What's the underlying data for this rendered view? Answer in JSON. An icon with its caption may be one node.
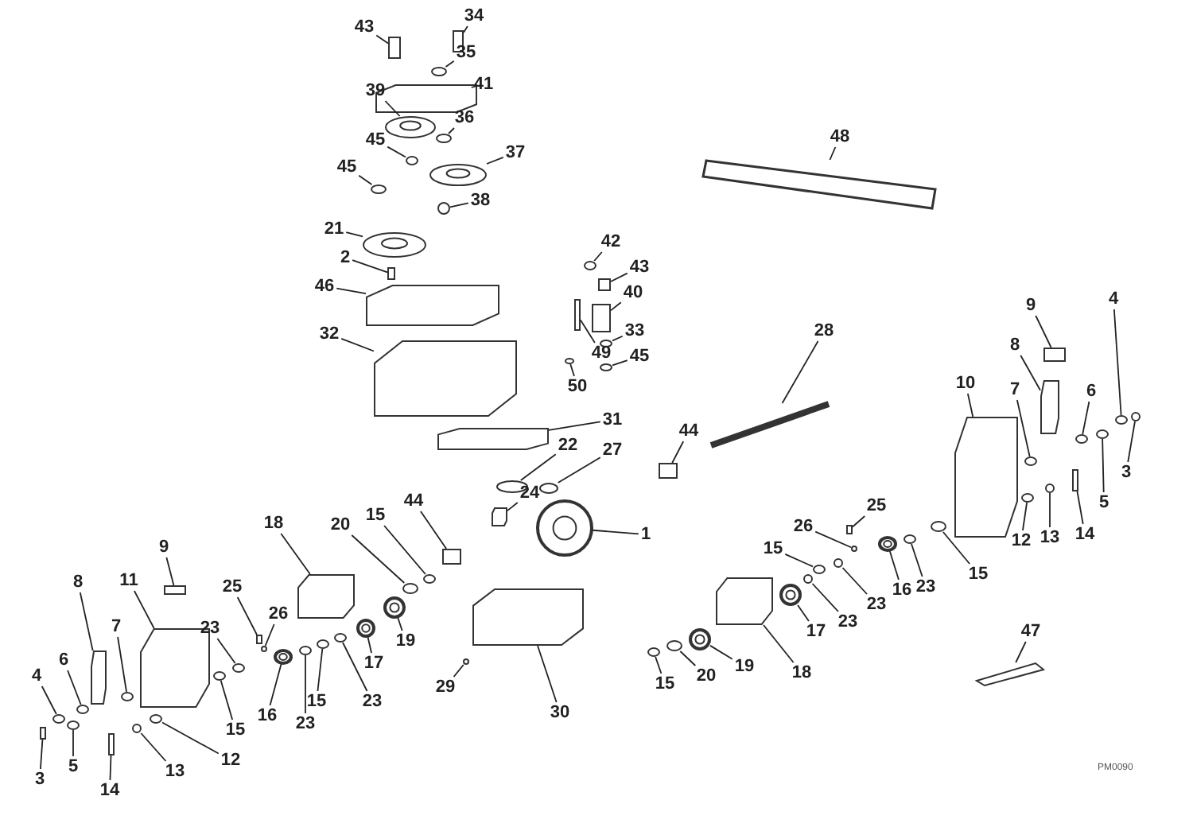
{
  "diagram": {
    "nodes": [
      {
        "text": [
          "43"
        ]
      },
      {
        "text": [
          "34"
        ]
      },
      {
        "text": [
          "35"
        ]
      },
      {
        "text": [
          "41"
        ]
      },
      {
        "text": [
          "39"
        ]
      },
      {
        "text": [
          "36"
        ]
      },
      {
        "text": [
          "45"
        ]
      },
      {
        "text": [
          "37"
        ]
      },
      {
        "text": [
          "45"
        ]
      },
      {
        "text": [
          "38"
        ]
      },
      {
        "text": [
          "21"
        ]
      },
      {
        "text": [
          "2"
        ]
      },
      {
        "text": [
          "46"
        ]
      },
      {
        "text": [
          "42"
        ]
      },
      {
        "text": [
          "43"
        ]
      },
      {
        "text": [
          "40"
        ]
      },
      {
        "text": [
          "33"
        ]
      },
      {
        "text": [
          "45"
        ]
      },
      {
        "text": [
          "49"
        ]
      },
      {
        "text": [
          "32"
        ]
      },
      {
        "text": [
          "50"
        ]
      },
      {
        "text": [
          "31"
        ]
      },
      {
        "text": [
          "48"
        ]
      },
      {
        "text": [
          "28"
        ]
      },
      {
        "text": [
          "22"
        ]
      },
      {
        "text": [
          "27"
        ]
      },
      {
        "text": [
          "44"
        ]
      },
      {
        "text": [
          "24"
        ]
      },
      {
        "text": [
          "1"
        ]
      },
      {
        "text": [
          "10"
        ]
      },
      {
        "text": [
          "9"
        ]
      },
      {
        "text": [
          "8"
        ]
      },
      {
        "text": [
          "7"
        ]
      },
      {
        "text": [
          "6"
        ]
      },
      {
        "text": [
          "4"
        ]
      },
      {
        "text": [
          "3"
        ]
      },
      {
        "text": [
          "5"
        ]
      },
      {
        "text": [
          "12"
        ]
      },
      {
        "text": [
          "13"
        ]
      },
      {
        "text": [
          "14"
        ]
      },
      {
        "text": [
          "26"
        ]
      },
      {
        "text": [
          "25"
        ]
      },
      {
        "text": [
          "15"
        ]
      },
      {
        "text": [
          "23"
        ]
      },
      {
        "text": [
          "16"
        ]
      },
      {
        "text": [
          "23"
        ]
      },
      {
        "text": [
          "15"
        ]
      },
      {
        "text": [
          "23"
        ]
      },
      {
        "text": [
          "17"
        ]
      },
      {
        "text": [
          "18"
        ]
      },
      {
        "text": [
          "19"
        ]
      },
      {
        "text": [
          "20"
        ]
      },
      {
        "text": [
          "15"
        ]
      },
      {
        "text": [
          "47"
        ]
      },
      {
        "text": [
          "18"
        ]
      },
      {
        "text": [
          "20"
        ]
      },
      {
        "text": [
          "15"
        ]
      },
      {
        "text": [
          "44"
        ]
      },
      {
        "text": [
          "19"
        ]
      },
      {
        "text": [
          "17"
        ]
      },
      {
        "text": [
          "23"
        ]
      },
      {
        "text": [
          "15"
        ]
      },
      {
        "text": [
          "23"
        ]
      },
      {
        "text": [
          "16"
        ]
      },
      {
        "text": [
          "15"
        ]
      },
      {
        "text": [
          "23"
        ]
      },
      {
        "text": [
          "25"
        ]
      },
      {
        "text": [
          "26"
        ]
      },
      {
        "text": [
          "9"
        ]
      },
      {
        "text": [
          "11"
        ]
      },
      {
        "text": [
          "8"
        ]
      },
      {
        "text": [
          "7"
        ]
      },
      {
        "text": [
          "6"
        ]
      },
      {
        "text": [
          "4"
        ]
      },
      {
        "text": [
          "3"
        ]
      },
      {
        "text": [
          "5"
        ]
      },
      {
        "text": [
          "14"
        ]
      },
      {
        "text": [
          "13"
        ]
      },
      {
        "text": [
          "12"
        ]
      },
      {
        "text": [
          "29"
        ]
      },
      {
        "text": [
          "30"
        ]
      },
      {
        "text": [],
        "shape": "box"
      },
      {
        "text": [],
        "shape": "box"
      },
      {
        "text": [],
        "shape": "circle"
      },
      {
        "text": [],
        "shape": "box"
      },
      {
        "text": [],
        "shape": "circle"
      },
      {
        "text": [],
        "shape": "circle"
      },
      {
        "text": [],
        "shape": "circle"
      },
      {
        "text": [],
        "shape": "circle"
      },
      {
        "text": [],
        "shape": "circle"
      },
      {
        "text": [],
        "shape": "circle"
      },
      {
        "text": [],
        "shape": "circle"
      },
      {
        "text": [],
        "shape": "box"
      },
      {
        "text": [],
        "shape": "box"
      },
      {
        "text": [],
        "shape": "circle"
      },
      {
        "text": [],
        "shape": "box"
      },
      {
        "text": [],
        "shape": "box"
      },
      {
        "text": [],
        "shape": "circle"
      },
      {
        "text": [],
        "shape": "circle"
      },
      {
        "text": [],
        "shape": "box"
      },
      {
        "text": [],
        "shape": "box"
      },
      {
        "text": [],
        "shape": "circle"
      },
      {
        "text": [],
        "shape": "box"
      },
      {
        "text": [],
        "shape": "bar"
      },
      {
        "text": [],
        "shape": "bar"
      },
      {
        "text": [],
        "shape": "circle"
      },
      {
        "text": [],
        "shape": "circle"
      },
      {
        "text": [],
        "shape": "box"
      },
      {
        "text": [],
        "shape": "box"
      },
      {
        "text": [],
        "shape": "circle"
      },
      {
        "text": [],
        "shape": "box"
      },
      {
        "text": [],
        "shape": "box"
      },
      {
        "text": [],
        "shape": "box"
      },
      {
        "text": [],
        "shape": "circle"
      },
      {
        "text": [],
        "shape": "circle"
      },
      {
        "text": [],
        "shape": "circle"
      },
      {
        "text": [],
        "shape": "circle"
      },
      {
        "text": [],
        "shape": "circle"
      },
      {
        "text": [],
        "shape": "circle"
      },
      {
        "text": [],
        "shape": "circle"
      },
      {
        "text": [],
        "shape": "box"
      },
      {
        "text": [],
        "shape": "circle"
      },
      {
        "text": [],
        "shape": "box"
      },
      {
        "text": [],
        "shape": "circle"
      },
      {
        "text": [],
        "shape": "circle"
      },
      {
        "text": [],
        "shape": "circle"
      },
      {
        "text": [],
        "shape": "circle"
      },
      {
        "text": [],
        "shape": "circle"
      },
      {
        "text": [],
        "shape": "circle"
      },
      {
        "text": [],
        "shape": "circle"
      },
      {
        "text": [],
        "shape": "box"
      },
      {
        "text": [],
        "shape": "circle"
      },
      {
        "text": [],
        "shape": "circle"
      },
      {
        "text": [],
        "shape": "circle"
      },
      {
        "text": [],
        "shape": "box"
      },
      {
        "text": [],
        "shape": "box"
      },
      {
        "text": [],
        "shape": "circle"
      },
      {
        "text": [],
        "shape": "circle"
      },
      {
        "text": [],
        "shape": "box"
      },
      {
        "text": [],
        "shape": "circle"
      },
      {
        "text": [],
        "shape": "circle"
      },
      {
        "text": [],
        "shape": "circle"
      },
      {
        "text": [],
        "shape": "circle"
      },
      {
        "text": [],
        "shape": "circle"
      },
      {
        "text": [],
        "shape": "circle"
      },
      {
        "text": [],
        "shape": "circle"
      },
      {
        "text": [],
        "shape": "circle"
      },
      {
        "text": [],
        "shape": "box"
      },
      {
        "text": [],
        "shape": "circle"
      },
      {
        "text": [],
        "shape": "box"
      },
      {
        "text": [],
        "shape": "box"
      },
      {
        "text": [],
        "shape": "box"
      },
      {
        "text": [],
        "shape": "circle"
      },
      {
        "text": [],
        "shape": "circle"
      },
      {
        "text": [],
        "shape": "circle"
      },
      {
        "text": [],
        "shape": "box"
      },
      {
        "text": [],
        "shape": "circle"
      },
      {
        "text": [],
        "shape": "box"
      },
      {
        "text": [],
        "shape": "circle"
      },
      {
        "text": [],
        "shape": "circle"
      },
      {
        "text": [],
        "shape": "circle"
      },
      {
        "text": [],
        "shape": "box"
      }
    ],
    "edges": [
      {
        "from": 0,
        "to": 81,
        "arrow": "none"
      },
      {
        "from": 1,
        "to": 82,
        "arrow": "none"
      },
      {
        "from": 2,
        "to": 83,
        "arrow": "none"
      },
      {
        "from": 3,
        "to": 84,
        "arrow": "none"
      },
      {
        "from": 4,
        "to": 85,
        "arrow": "none"
      },
      {
        "from": 5,
        "to": 86,
        "arrow": "none"
      },
      {
        "from": 6,
        "to": 87,
        "arrow": "none"
      },
      {
        "from": 7,
        "to": 88,
        "arrow": "none"
      },
      {
        "from": 8,
        "to": 89,
        "arrow": "none"
      },
      {
        "from": 9,
        "to": 90,
        "arrow": "none"
      },
      {
        "from": 10,
        "to": 91,
        "arrow": "none"
      },
      {
        "from": 11,
        "to": 92,
        "arrow": "none"
      },
      {
        "from": 12,
        "to": 93,
        "arrow": "none"
      },
      {
        "from": 13,
        "to": 94,
        "arrow": "none"
      },
      {
        "from": 14,
        "to": 95,
        "arrow": "none"
      },
      {
        "from": 15,
        "to": 96,
        "arrow": "none"
      },
      {
        "from": 16,
        "to": 97,
        "arrow": "none"
      },
      {
        "from": 17,
        "to": 98,
        "arrow": "none"
      },
      {
        "from": 18,
        "to": 99,
        "arrow": "none"
      },
      {
        "from": 19,
        "to": 100,
        "arrow": "none"
      },
      {
        "from": 20,
        "to": 101,
        "arrow": "none"
      },
      {
        "from": 21,
        "to": 102,
        "arrow": "none"
      },
      {
        "from": 22,
        "to": 103,
        "arrow": "none"
      },
      {
        "from": 23,
        "to": 104,
        "arrow": "none"
      },
      {
        "from": 24,
        "to": 105,
        "arrow": "none"
      },
      {
        "from": 25,
        "to": 106,
        "arrow": "none"
      },
      {
        "from": 26,
        "to": 107,
        "arrow": "none"
      },
      {
        "from": 27,
        "to": 108,
        "arrow": "none"
      },
      {
        "from": 28,
        "to": 109,
        "arrow": "none"
      },
      {
        "from": 29,
        "to": 110,
        "arrow": "none"
      },
      {
        "from": 30,
        "to": 111,
        "arrow": "none"
      },
      {
        "from": 31,
        "to": 112,
        "arrow": "none"
      },
      {
        "from": 32,
        "to": 113,
        "arrow": "none"
      },
      {
        "from": 33,
        "to": 114,
        "arrow": "none"
      },
      {
        "from": 34,
        "to": 115,
        "arrow": "none"
      },
      {
        "from": 35,
        "to": 116,
        "arrow": "none"
      },
      {
        "from": 36,
        "to": 117,
        "arrow": "none"
      },
      {
        "from": 37,
        "to": 118,
        "arrow": "none"
      },
      {
        "from": 38,
        "to": 119,
        "arrow": "none"
      },
      {
        "from": 39,
        "to": 120,
        "arrow": "none"
      },
      {
        "from": 40,
        "to": 121,
        "arrow": "none"
      },
      {
        "from": 41,
        "to": 122,
        "arrow": "none"
      },
      {
        "from": 42,
        "to": 123,
        "arrow": "none"
      },
      {
        "from": 43,
        "to": 124,
        "arrow": "none"
      },
      {
        "from": 44,
        "to": 125,
        "arrow": "none"
      },
      {
        "from": 45,
        "to": 126,
        "arrow": "none"
      },
      {
        "from": 46,
        "to": 127,
        "arrow": "none"
      },
      {
        "from": 47,
        "to": 128,
        "arrow": "none"
      },
      {
        "from": 48,
        "to": 129,
        "arrow": "none"
      },
      {
        "from": 49,
        "to": 130,
        "arrow": "none"
      },
      {
        "from": 50,
        "to": 131,
        "arrow": "none"
      },
      {
        "from": 51,
        "to": 132,
        "arrow": "none"
      },
      {
        "from": 52,
        "to": 133,
        "arrow": "none"
      },
      {
        "from": 53,
        "to": 134,
        "arrow": "none"
      },
      {
        "from": 54,
        "to": 135,
        "arrow": "none"
      },
      {
        "from": 55,
        "to": 136,
        "arrow": "none"
      },
      {
        "from": 56,
        "to": 137,
        "arrow": "none"
      },
      {
        "from": 57,
        "to": 138,
        "arrow": "none"
      },
      {
        "from": 58,
        "to": 139,
        "arrow": "none"
      },
      {
        "from": 59,
        "to": 140,
        "arrow": "none"
      },
      {
        "from": 60,
        "to": 141,
        "arrow": "none"
      },
      {
        "from": 61,
        "to": 142,
        "arrow": "none"
      },
      {
        "from": 62,
        "to": 143,
        "arrow": "none"
      },
      {
        "from": 63,
        "to": 144,
        "arrow": "none"
      },
      {
        "from": 64,
        "to": 145,
        "arrow": "none"
      },
      {
        "from": 65,
        "to": 146,
        "arrow": "none"
      },
      {
        "from": 66,
        "to": 147,
        "arrow": "none"
      },
      {
        "from": 67,
        "to": 148,
        "arrow": "none"
      },
      {
        "from": 68,
        "to": 149,
        "arrow": "none"
      },
      {
        "from": 69,
        "to": 150,
        "arrow": "none"
      },
      {
        "from": 70,
        "to": 151,
        "arrow": "none"
      },
      {
        "from": 71,
        "to": 152,
        "arrow": "none"
      },
      {
        "from": 72,
        "to": 153,
        "arrow": "none"
      },
      {
        "from": 73,
        "to": 154,
        "arrow": "none"
      },
      {
        "from": 74,
        "to": 155,
        "arrow": "none"
      },
      {
        "from": 75,
        "to": 156,
        "arrow": "none"
      },
      {
        "from": 76,
        "to": 157,
        "arrow": "none"
      },
      {
        "from": 77,
        "to": 158,
        "arrow": "none"
      },
      {
        "from": 78,
        "to": 159,
        "arrow": "none"
      },
      {
        "from": 79,
        "to": 160,
        "arrow": "none"
      },
      {
        "from": 80,
        "to": 161,
        "arrow": "none"
      }
    ],
    "labels": [
      "PM0090"
    ]
  }
}
